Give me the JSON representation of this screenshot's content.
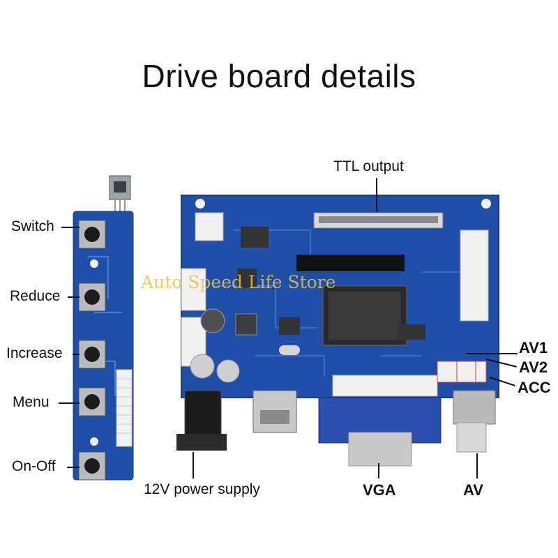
{
  "title": "Drive board details",
  "watermark": "Auto Speed Life Store",
  "keypad_labels": {
    "switch": "Switch",
    "reduce": "Reduce",
    "increase": "Increase",
    "menu": "Menu",
    "on_off": "On-Off"
  },
  "board_labels": {
    "ttl_output": "TTL output",
    "power_supply": "12V power supply",
    "vga": "VGA",
    "av": "AV",
    "av1": "AV1",
    "av2": "AV2",
    "acc": "ACC"
  },
  "colors": {
    "pcb_blue": "#1f4fa8",
    "pcb_dark": "#163c86",
    "watermark": "#e8c24a"
  }
}
